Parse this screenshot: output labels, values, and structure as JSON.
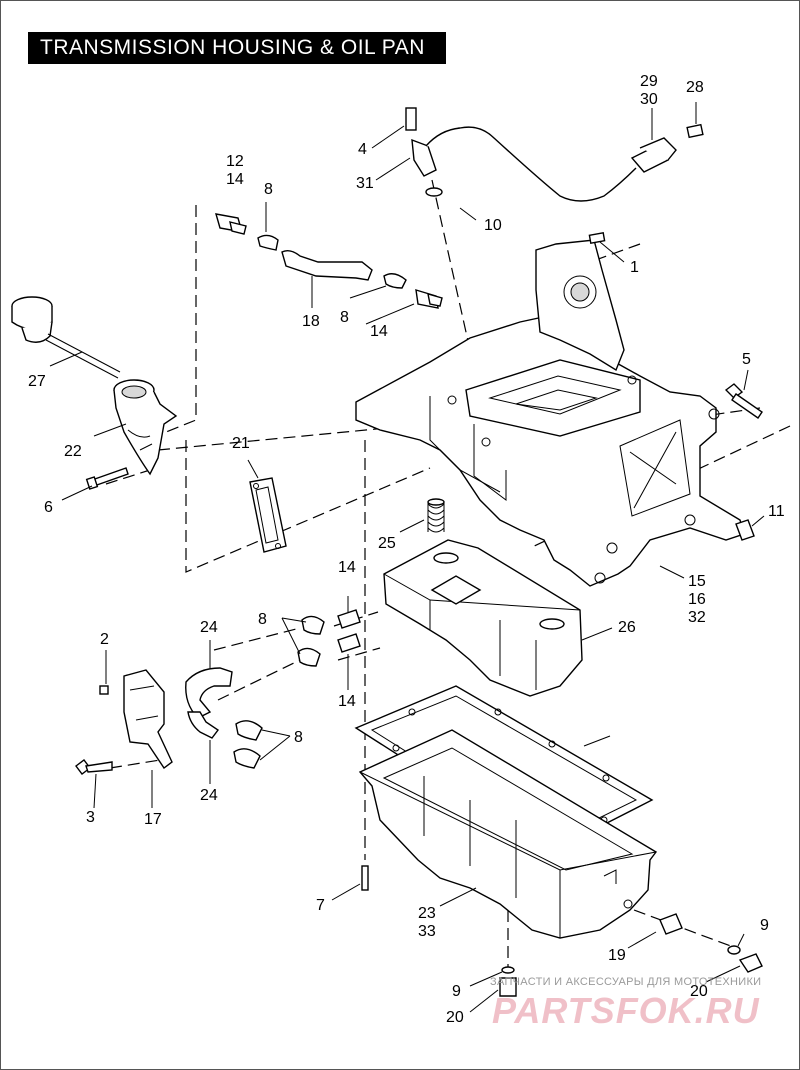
{
  "title": "TRANSMISSION HOUSING & OIL PAN",
  "callouts": {
    "c1": "1",
    "c2": "2",
    "c3": "3",
    "c4": "4",
    "c5": "5",
    "c6": "6",
    "c7": "7",
    "c8a": "8",
    "c8b": "8",
    "c8c": "8",
    "c8d": "8",
    "c9a": "9",
    "c9b": "9",
    "c10": "10",
    "c11": "11",
    "c12_14": [
      "12",
      "14"
    ],
    "c14a": "14",
    "c14b": "14",
    "c14c": "14",
    "c15_16_32": [
      "15",
      "16",
      "32"
    ],
    "c17": "17",
    "c18": "18",
    "c19": "19",
    "c20a": "20",
    "c20b": "20",
    "c21": "21",
    "c22": "22",
    "c23_33": [
      "23",
      "33"
    ],
    "c24a": "24",
    "c24b": "24",
    "c25": "25",
    "c26": "26",
    "c27": "27",
    "c28": "28",
    "c29_30": [
      "29",
      "30"
    ],
    "c31": "31"
  },
  "watermark": {
    "tagline": "ЗАПЧАСТИ И АКСЕССУАРЫ ДЛЯ МОТОТЕХНИКИ",
    "brand": "PARTSFOK.RU"
  }
}
